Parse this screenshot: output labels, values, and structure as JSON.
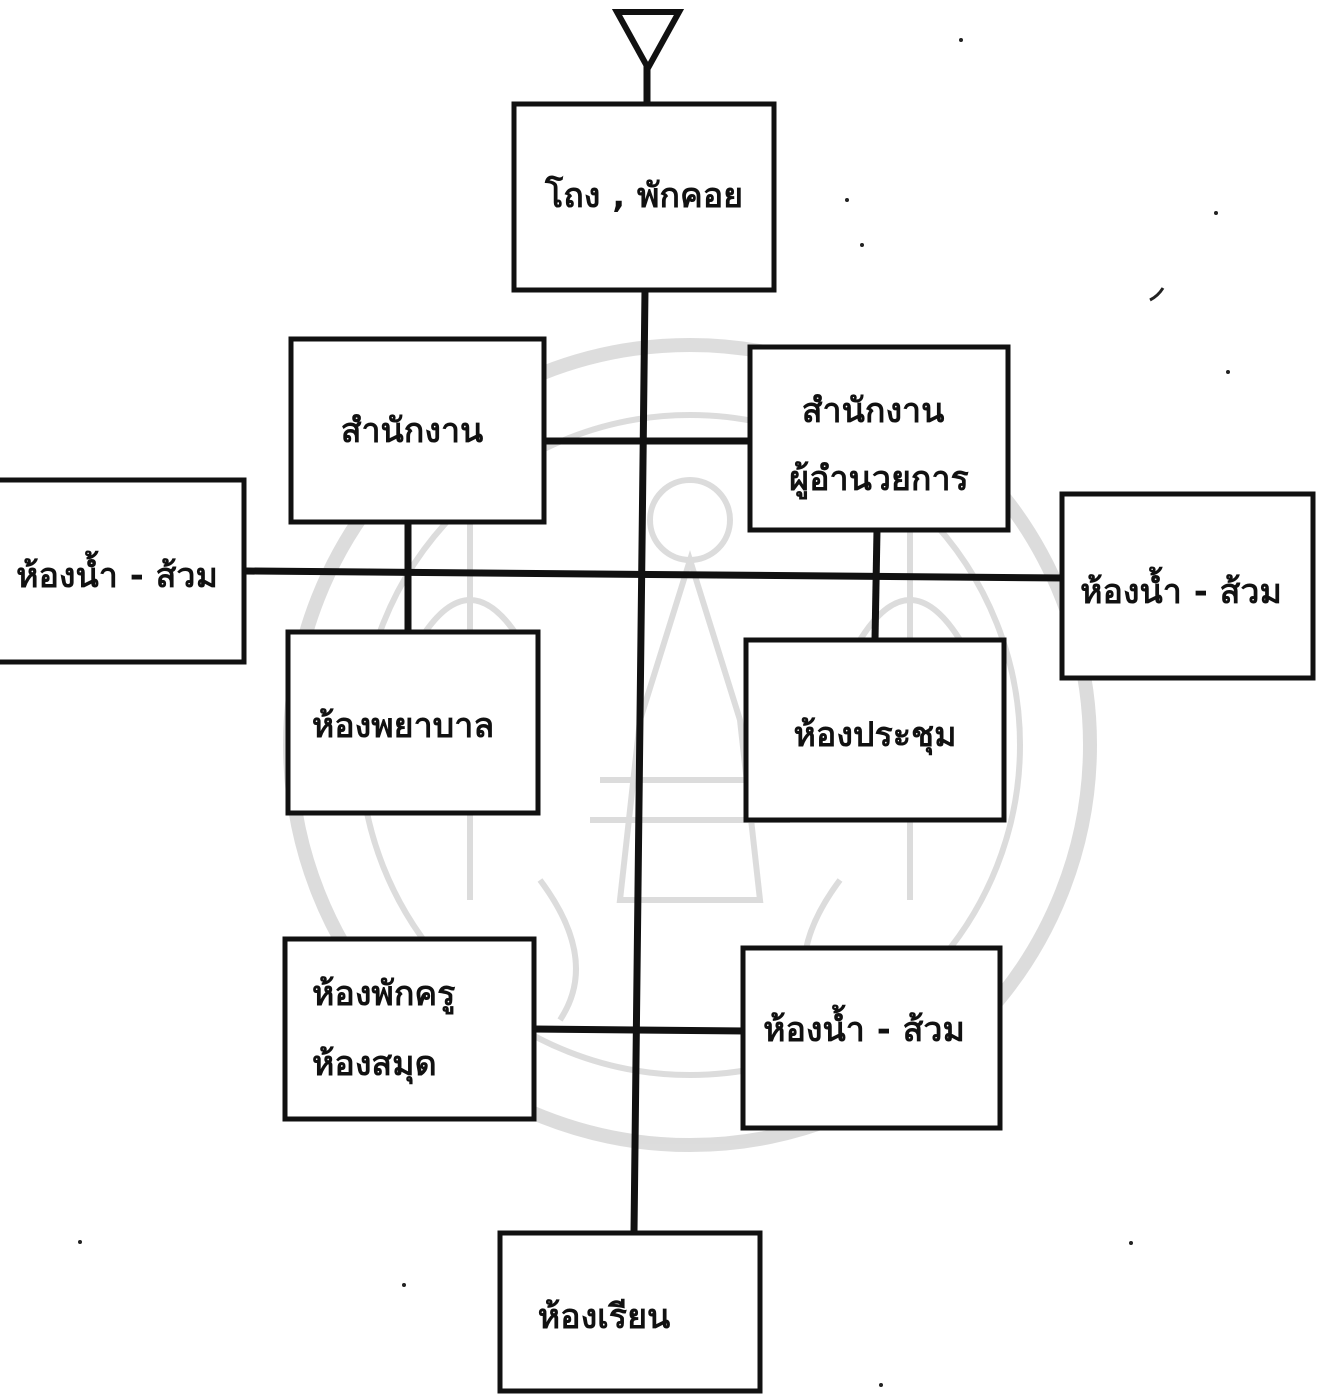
{
  "diagram": {
    "colors": {
      "ink": "#111111",
      "paper": "#ffffff",
      "watermark": "#d9d9d9"
    },
    "entrance_symbol": "entrance-triangle-icon",
    "watermark_symbol": "university-seal-watermark",
    "nodes": {
      "lobby": [
        "โถง , พักคอย"
      ],
      "office": [
        "สำนักงาน"
      ],
      "director_office": [
        "สำนักงาน",
        "ผู้อำนวยการ"
      ],
      "restroom_left": [
        "ห้องน้ำ - ส้วม"
      ],
      "restroom_right": [
        "ห้องน้ำ - ส้วม"
      ],
      "nurse_room": [
        "ห้องพยาบาล"
      ],
      "meeting_room": [
        "ห้องประชุม"
      ],
      "teacher_library": [
        "ห้องพักครู",
        "ห้องสมุด"
      ],
      "restroom_lower": [
        "ห้องน้ำ - ส้วม"
      ],
      "classroom": [
        "ห้องเรียน"
      ]
    }
  }
}
